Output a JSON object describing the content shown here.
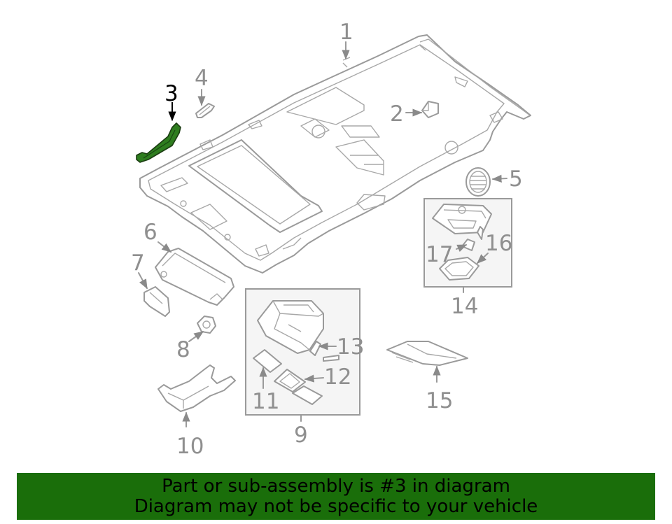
{
  "diagram": {
    "highlight_color": "#2e7d1f",
    "callouts": {
      "c1": "1",
      "c2": "2",
      "c3": "3",
      "c4": "4",
      "c5": "5",
      "c6": "6",
      "c7": "7",
      "c8": "8",
      "c9": "9",
      "c10": "10",
      "c11": "11",
      "c12": "12",
      "c13": "13",
      "c14": "14",
      "c15": "15",
      "c16": "16",
      "c17": "17"
    },
    "highlighted_part": "3"
  },
  "banner": {
    "line1": "Part or sub-assembly is #3 in diagram",
    "line2": "Diagram may not be specific to your vehicle",
    "background": "#1a6e0a"
  }
}
